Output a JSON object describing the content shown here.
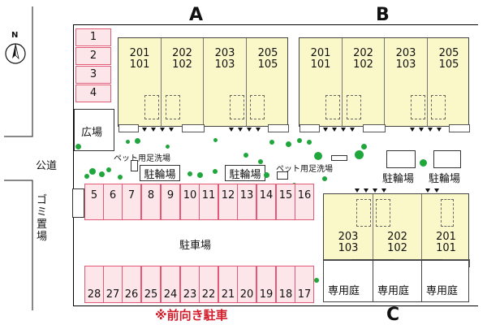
{
  "compass": {
    "north": "N"
  },
  "road": {
    "label": "公道"
  },
  "garbage": {
    "label": "ゴミ置場"
  },
  "plaza": {
    "label": "広場"
  },
  "buildings": {
    "A": {
      "label": "A",
      "units": [
        {
          "top": "201",
          "bottom": "101"
        },
        {
          "top": "202",
          "bottom": "102"
        },
        {
          "top": "203",
          "bottom": "103"
        },
        {
          "top": "205",
          "bottom": "105"
        }
      ]
    },
    "B": {
      "label": "B",
      "units": [
        {
          "top": "201",
          "bottom": "101"
        },
        {
          "top": "202",
          "bottom": "102"
        },
        {
          "top": "203",
          "bottom": "103"
        },
        {
          "top": "205",
          "bottom": "105"
        }
      ]
    },
    "C": {
      "label": "C",
      "units": [
        {
          "top": "203",
          "bottom": "103"
        },
        {
          "top": "202",
          "bottom": "102"
        },
        {
          "top": "201",
          "bottom": "101"
        }
      ],
      "gardens": [
        "専用庭",
        "専用庭",
        "専用庭"
      ]
    }
  },
  "pet_wash": [
    "ペット用足洗場",
    "ペット用足洗場"
  ],
  "bike_parking": [
    "駐輪場",
    "駐輪場",
    "駐輪場",
    "駐輪場"
  ],
  "parking": {
    "label": "駐車場",
    "side_stalls": [
      "1",
      "2",
      "3",
      "4"
    ],
    "top_row": [
      "5",
      "6",
      "7",
      "8",
      "9",
      "10",
      "11",
      "12",
      "13",
      "14",
      "15",
      "16"
    ],
    "bottom_row": [
      "28",
      "27",
      "26",
      "25",
      "24",
      "23",
      "22",
      "21",
      "20",
      "19",
      "18",
      "17"
    ]
  },
  "note": "※前向き駐車"
}
